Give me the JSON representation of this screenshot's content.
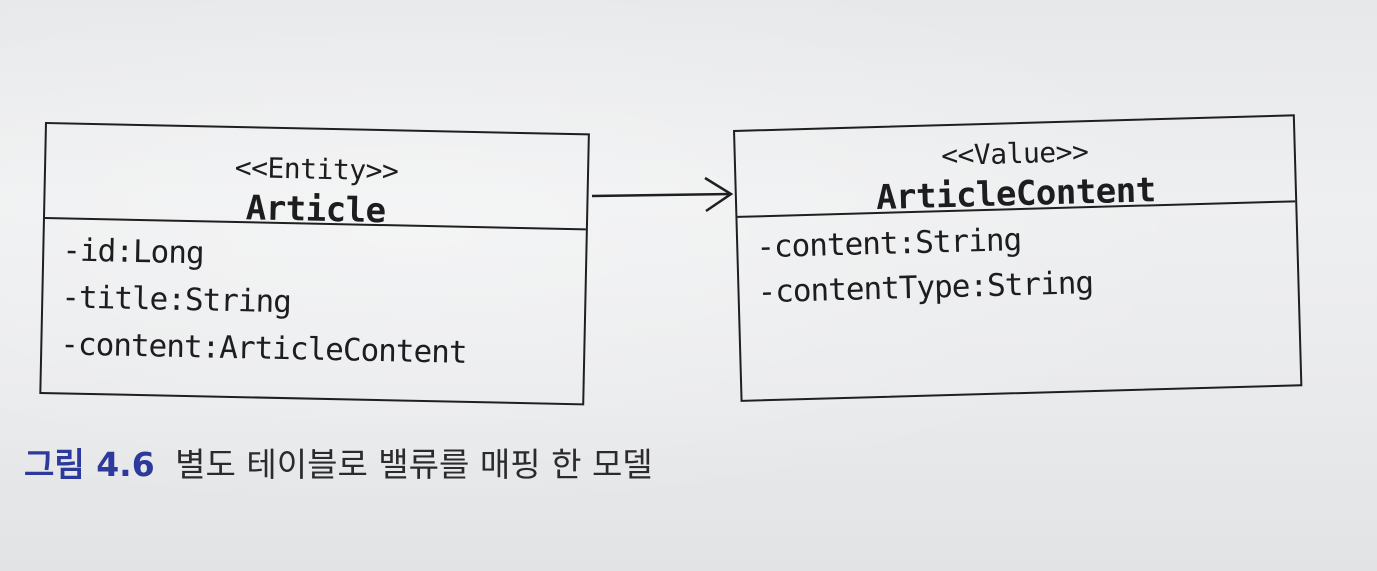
{
  "classes": {
    "article": {
      "stereotype": "<<Entity>>",
      "name": "Article",
      "attributes": [
        "-id:Long",
        "-title:String",
        "-content:ArticleContent"
      ]
    },
    "article_content": {
      "stereotype": "<<Value>>",
      "name": "ArticleContent",
      "attributes": [
        "-content:String",
        "-contentType:String"
      ]
    }
  },
  "caption": {
    "label": "그림 4.6",
    "text": "별도 테이블로 밸류를 매핑 한 모델"
  },
  "colors": {
    "caption_label": "#2c3a9c",
    "line": "#1f1f21",
    "background": "#eaebed"
  }
}
